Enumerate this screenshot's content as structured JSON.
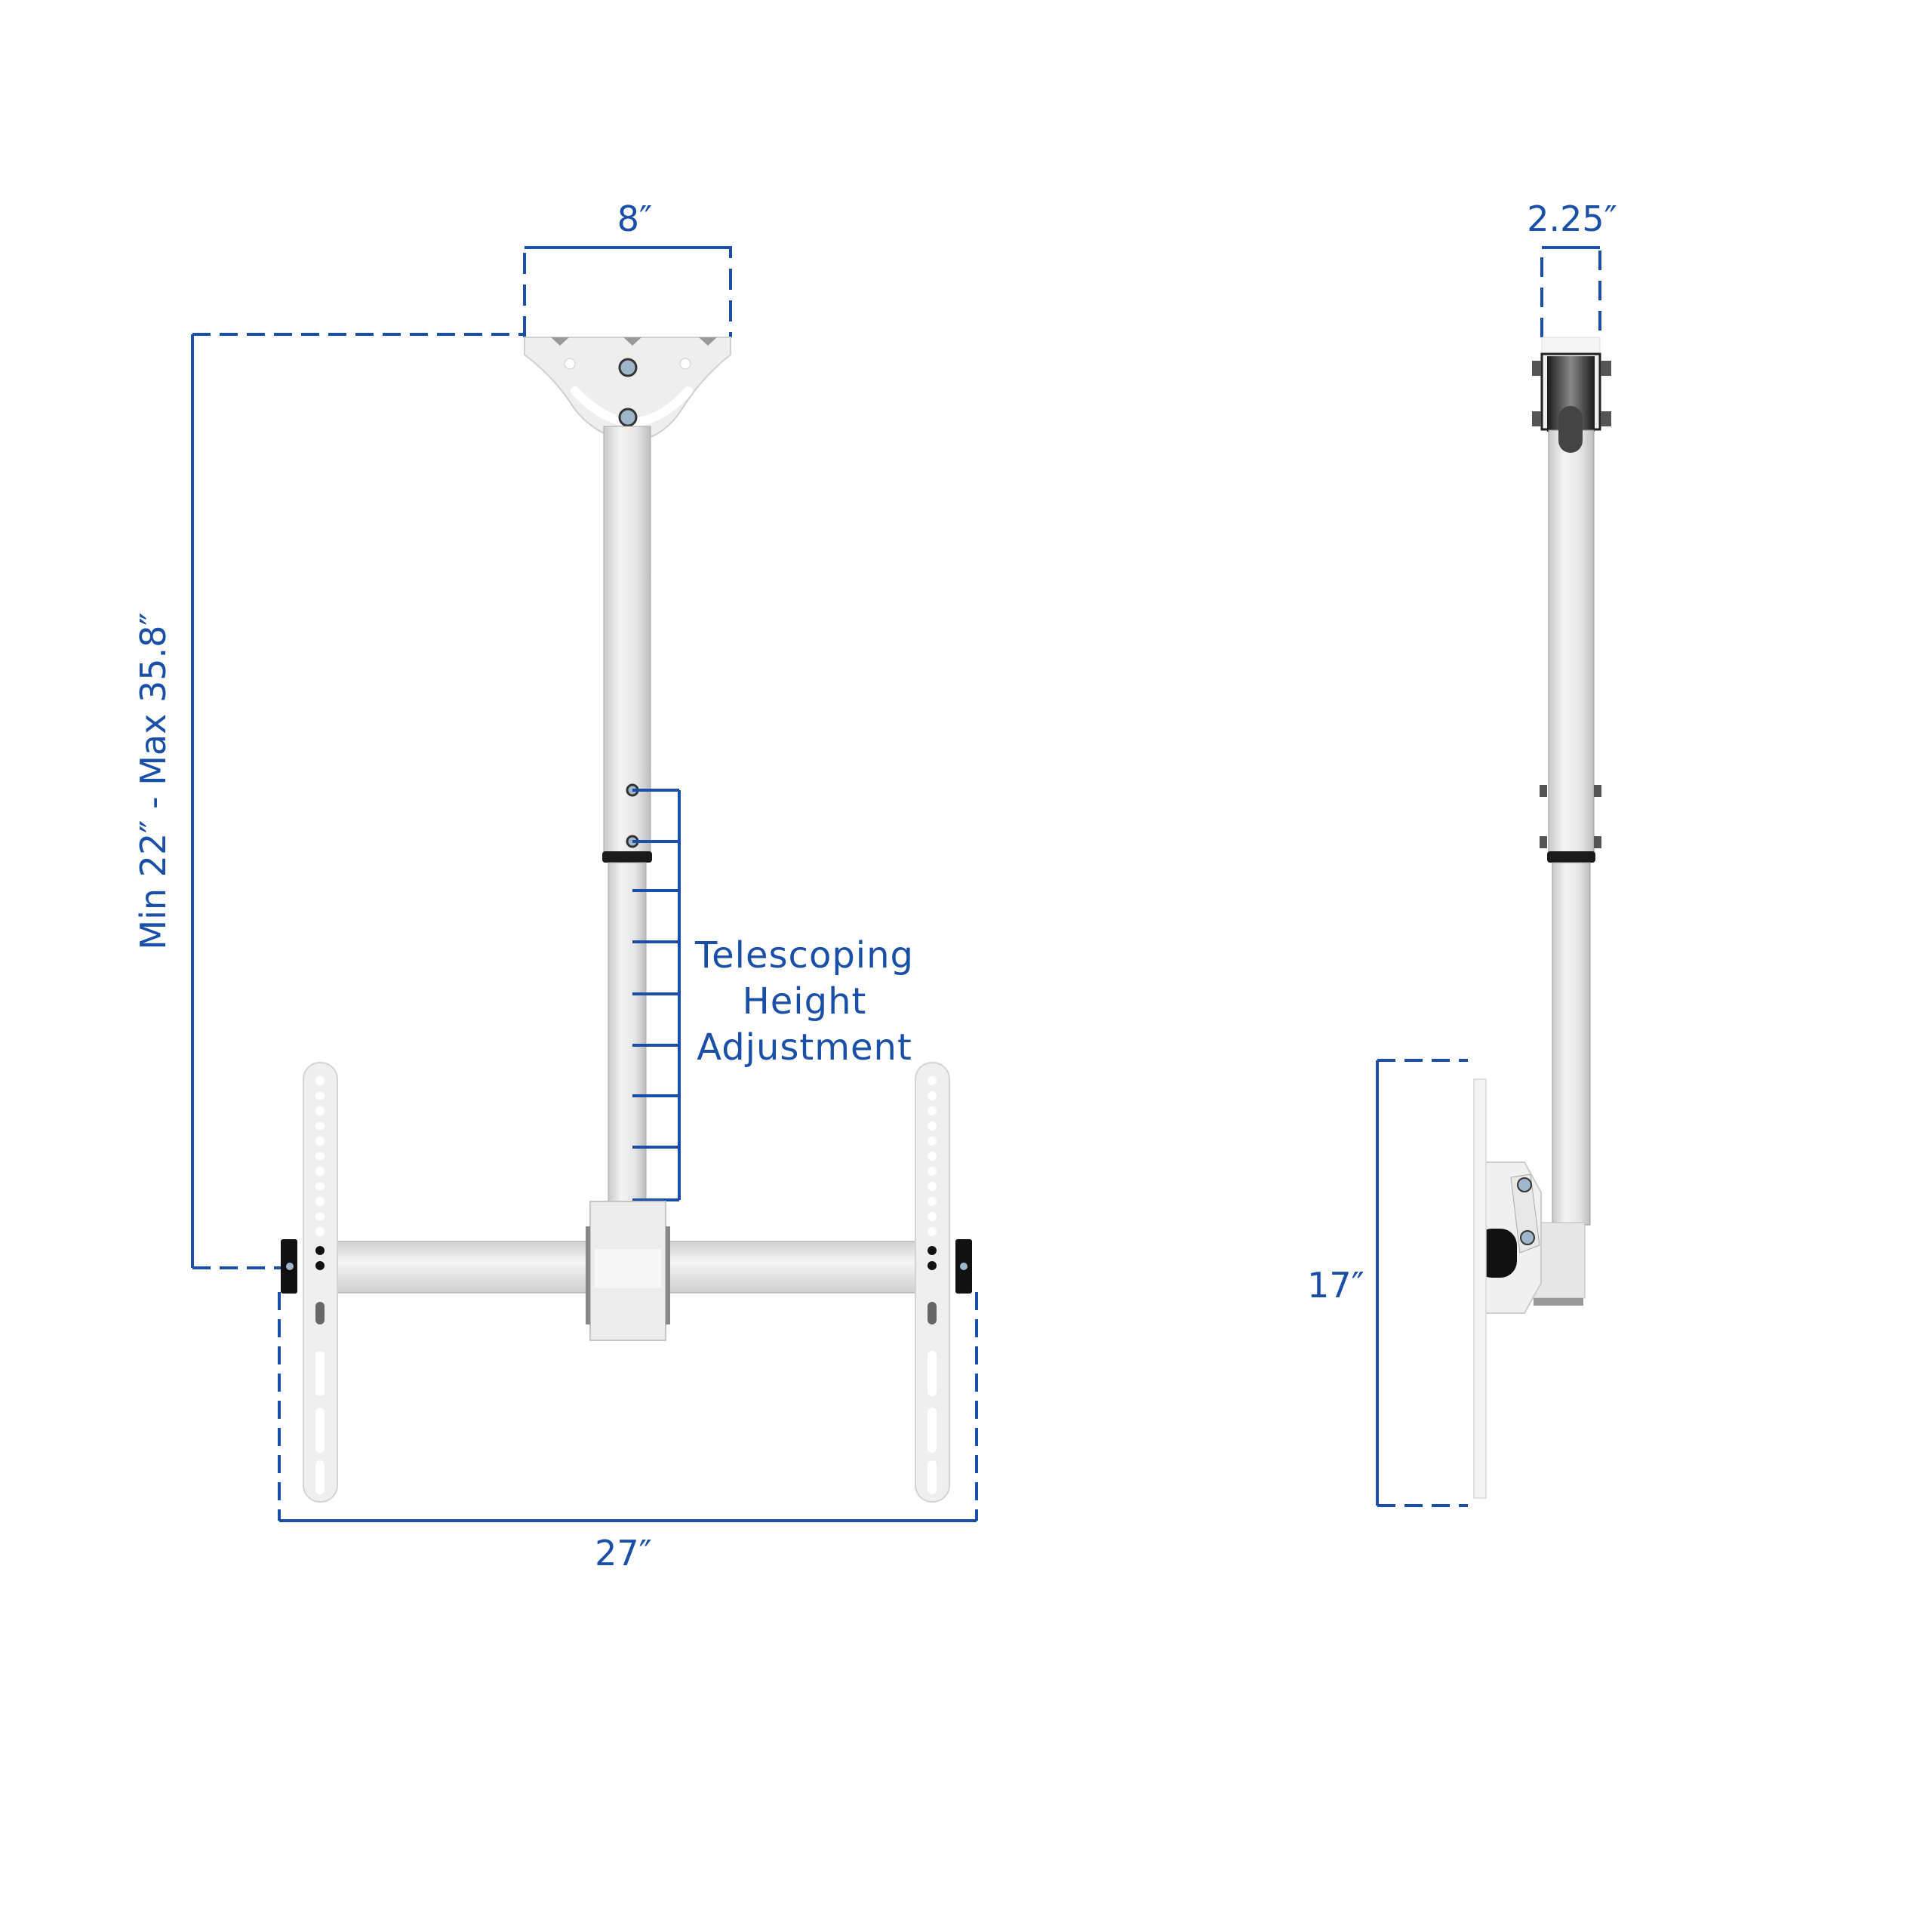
{
  "diagram": {
    "subject": "Ceiling TV mount dimension diagram",
    "accent_color": "#1a4fa8",
    "front_view": {
      "dimensions": {
        "ceiling_plate_width": "8″",
        "height_range": "Min 22″ - Max 35.8″",
        "bracket_width": "27″"
      },
      "callout": {
        "lines": [
          "Telescoping",
          "Height",
          "Adjustment"
        ],
        "adjustment_positions": 9
      }
    },
    "side_view": {
      "dimensions": {
        "pole_width": "2.25″",
        "plate_height": "17″"
      }
    }
  }
}
